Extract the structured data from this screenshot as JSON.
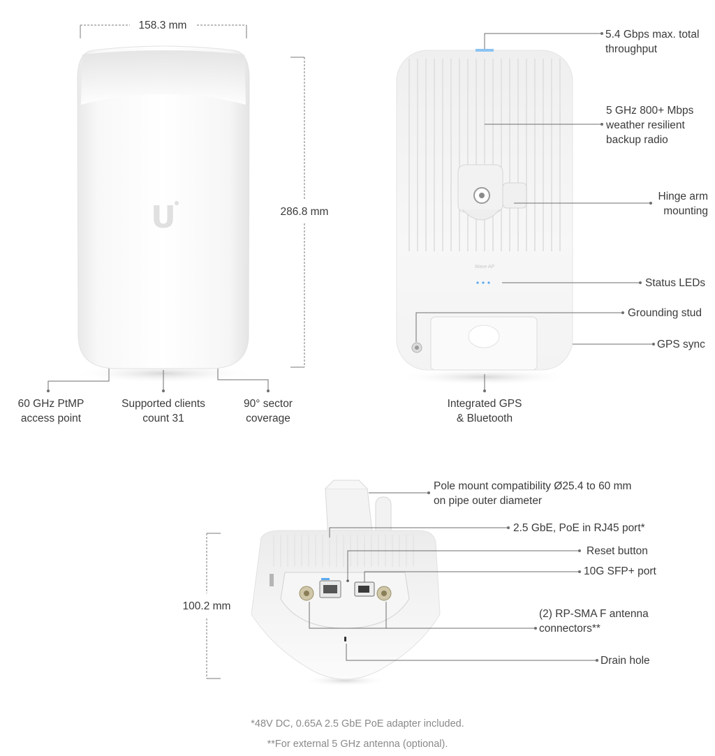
{
  "dimensions": {
    "front_width": "158.3 mm",
    "front_height": "286.8 mm",
    "bottom_height": "100.2 mm"
  },
  "front_labels": {
    "ptmp": [
      "60 GHz PtMP",
      "access point"
    ],
    "clients": [
      "Supported clients",
      "count 31"
    ],
    "sector": [
      "90° sector",
      "coverage"
    ]
  },
  "back_labels": {
    "throughput": [
      "5.4 Gbps max. total",
      "throughput"
    ],
    "backup_radio": [
      "5 GHz 800+ Mbps",
      "weather resilient",
      "backup radio"
    ],
    "hinge": [
      "Hinge arm",
      "mounting"
    ],
    "status_leds": "Status LEDs",
    "grounding": "Grounding stud",
    "gps_sync": "GPS sync",
    "gps_bt": [
      "Integrated GPS",
      "& Bluetooth"
    ]
  },
  "bottom_labels": {
    "pole_mount": [
      "Pole mount compatibility Ø25.4 to 60 mm",
      "on pipe outer diameter"
    ],
    "rj45": "2.5 GbE, PoE in RJ45 port*",
    "reset": "Reset button",
    "sfp": "10G SFP+ port",
    "antenna": [
      "(2) RP-SMA F antenna",
      "connectors**"
    ],
    "drain": "Drain hole"
  },
  "device": {
    "logo_letter": "U",
    "back_model_text": "Wave AP"
  },
  "footnotes": [
    "*48V DC, 0.65A 2.5 GbE PoE adapter included.",
    "**For external 5 GHz antenna (optional)."
  ],
  "colors": {
    "line": "#6e6e6e",
    "dim_line": "#7a7a7a",
    "device_white": "#f7f7f7",
    "device_shade": "#e6e6e6",
    "led_blue": "#5aa9f0",
    "text": "#3a3a3a",
    "note_text": "#8a8a8a"
  }
}
